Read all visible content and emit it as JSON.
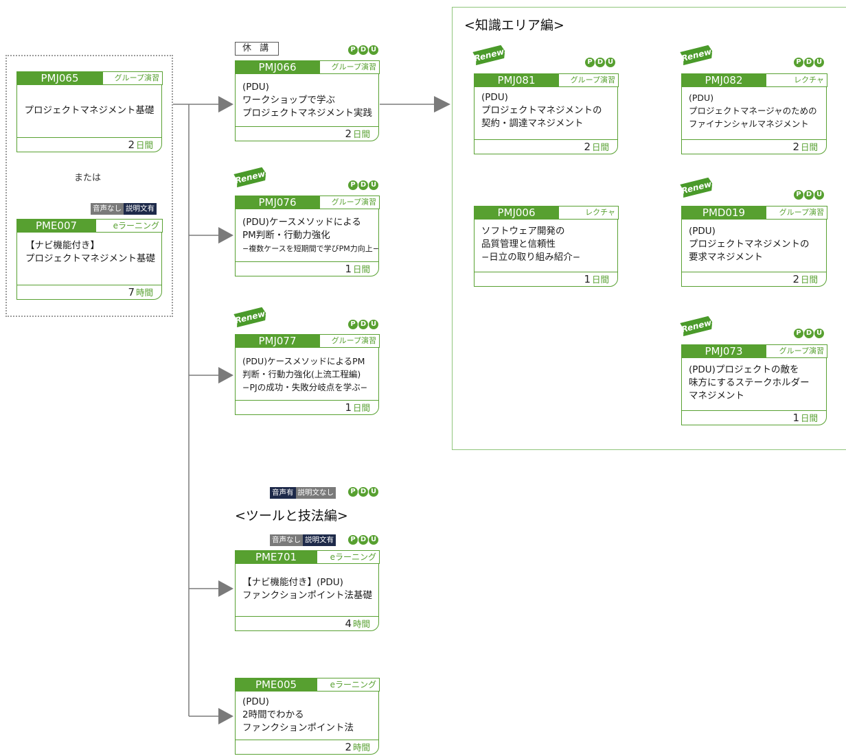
{
  "renewal_label": "Renewal",
  "pdu_letters": [
    "P",
    "D",
    "U"
  ],
  "or_text": "または",
  "kyuko_label": "休 講",
  "section_knowledge": "<知識エリア編>",
  "section_tools": "<ツールと技法編>",
  "audio_tags": {
    "pme007": [
      "音声なし",
      "説明文有"
    ],
    "pme701": [
      "音声なし",
      "説明文有"
    ],
    "pme005": [
      "音声有",
      "説明文なし"
    ]
  },
  "courses": {
    "pmj065": {
      "code": "PMJ065",
      "type": "グループ演習",
      "title": "プロジェクトマネジメント基礎",
      "duration": "2",
      "unit": "日間"
    },
    "pme007": {
      "code": "PME007",
      "type": "eラーニング",
      "title": "【ナビ機能付き】\nプロジェクトマネジメント基礎",
      "duration": "7",
      "unit": "時間"
    },
    "pmj066": {
      "code": "PMJ066",
      "type": "グループ演習",
      "title": "(PDU)\nワークショップで学ぶ\nプロジェクトマネジメント実践",
      "duration": "2",
      "unit": "日間"
    },
    "pmj076": {
      "code": "PMJ076",
      "type": "グループ演習",
      "title": "(PDU)ケースメソッドによる\nPM判断・行動力強化",
      "subtitle": "−複数ケースを短期間で学びPM力向上−",
      "duration": "1",
      "unit": "日間"
    },
    "pmj077": {
      "code": "PMJ077",
      "type": "グループ演習",
      "title": "(PDU)ケースメソッドによるPM\n判断・行動力強化(上流工程編)\n−PJの成功・失敗分岐点を学ぶ−",
      "duration": "1",
      "unit": "日間"
    },
    "pme701": {
      "code": "PME701",
      "type": "eラーニング",
      "title": "【ナビ機能付き】(PDU)\nファンクションポイント法基礎",
      "duration": "4",
      "unit": "時間"
    },
    "pme005": {
      "code": "PME005",
      "type": "eラーニング",
      "title": "(PDU)\n2時間でわかる\nファンクションポイント法",
      "duration": "2",
      "unit": "時間"
    },
    "pmj081": {
      "code": "PMJ081",
      "type": "グループ演習",
      "title": "(PDU)\nプロジェクトマネジメントの\n契約・調達マネジメント",
      "duration": "2",
      "unit": "日間"
    },
    "pmj082": {
      "code": "PMJ082",
      "type": "レクチャ",
      "title": "(PDU)\nプロジェクトマネージャのための\nファイナンシャルマネジメント",
      "duration": "2",
      "unit": "日間"
    },
    "pmj006": {
      "code": "PMJ006",
      "type": "レクチャ",
      "title": "ソフトウェア開発の\n品質管理と信頼性\n−日立の取り組み紹介−",
      "duration": "1",
      "unit": "日間"
    },
    "pmd019": {
      "code": "PMD019",
      "type": "グループ演習",
      "title": "(PDU)\nプロジェクトマネジメントの\n要求マネジメント",
      "duration": "2",
      "unit": "日間"
    },
    "pmj073": {
      "code": "PMJ073",
      "type": "グループ演習",
      "title": "(PDU)プロジェクトの敵を\n味方にするステークホルダー\nマネジメント",
      "duration": "1",
      "unit": "日間"
    }
  }
}
